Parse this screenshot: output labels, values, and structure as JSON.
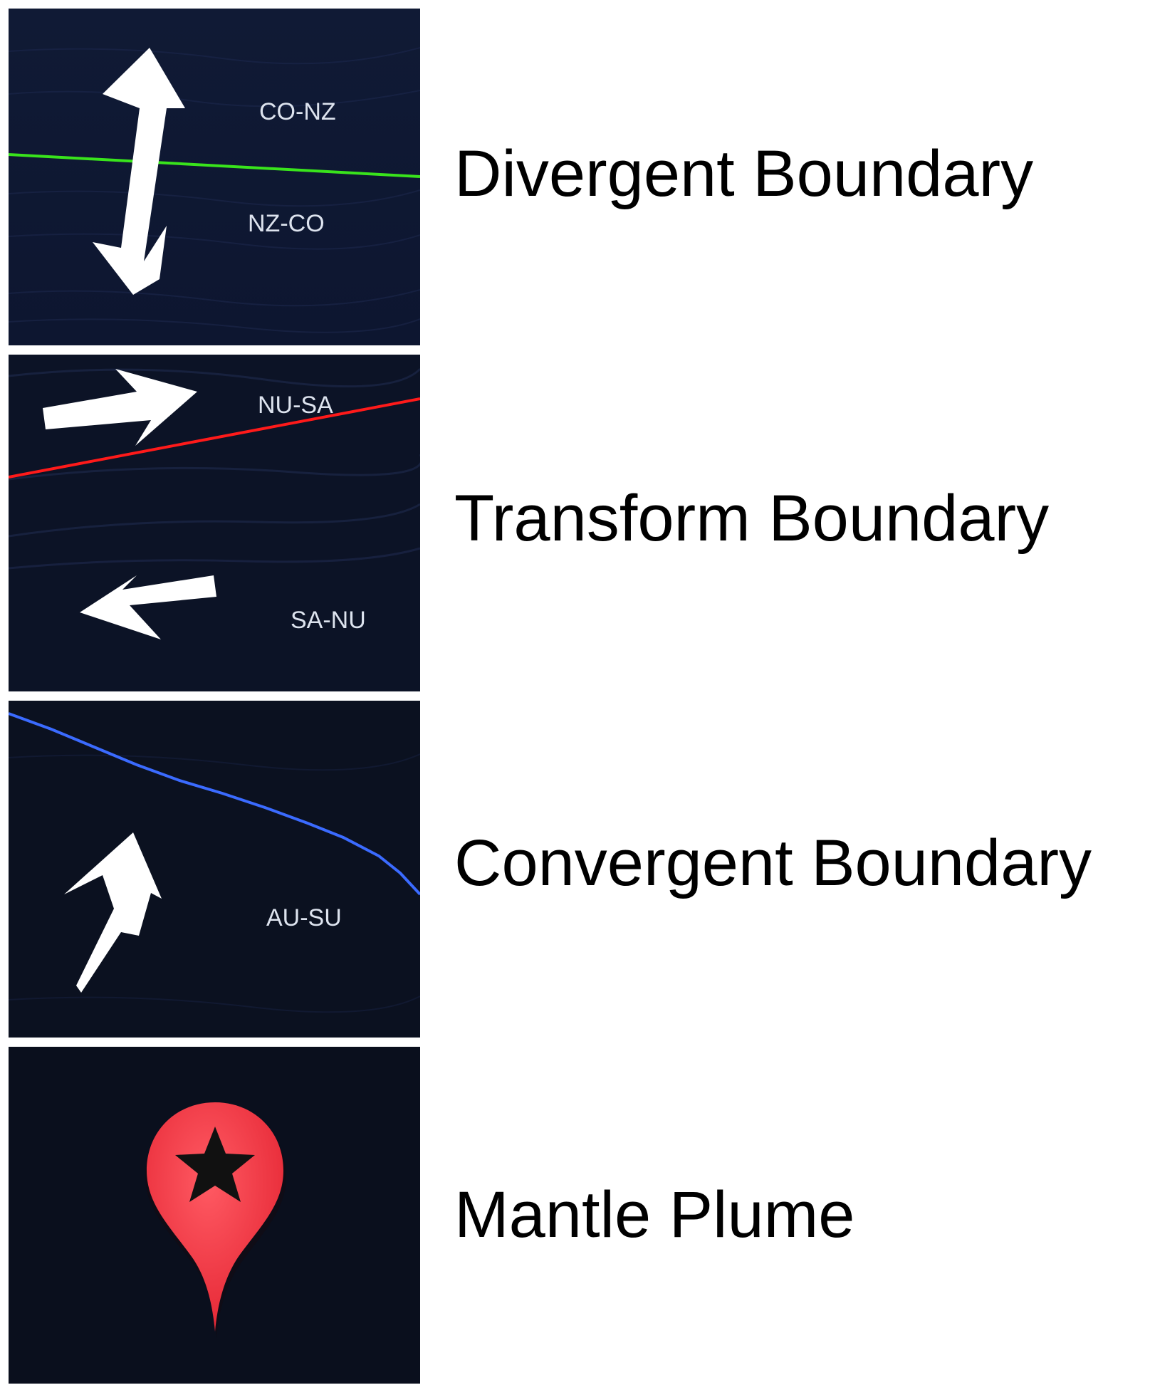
{
  "legend": {
    "items": [
      {
        "label": "Divergent Boundary",
        "line_color": "#39e41c",
        "plate_labels": [
          "CO-NZ",
          "NZ-CO"
        ],
        "symbol": "double-headed-vertical-arrow"
      },
      {
        "label": "Transform Boundary",
        "line_color": "#ff1a1a",
        "plate_labels": [
          "NU-SA",
          "SA-NU"
        ],
        "symbol": "opposing-horizontal-arrows"
      },
      {
        "label": "Convergent Boundary",
        "line_color": "#3b6bff",
        "plate_labels": [
          "AU-SU"
        ],
        "symbol": "upward-arrow"
      },
      {
        "label": "Mantle Plume",
        "marker_color": "#f0333f",
        "symbol": "map-pin-star-icon"
      }
    ]
  },
  "colors": {
    "panel_background": "#0e1527",
    "panel_background_deep": "#0a0f1d",
    "arrow": "#ffffff",
    "label_text": "#000000"
  }
}
